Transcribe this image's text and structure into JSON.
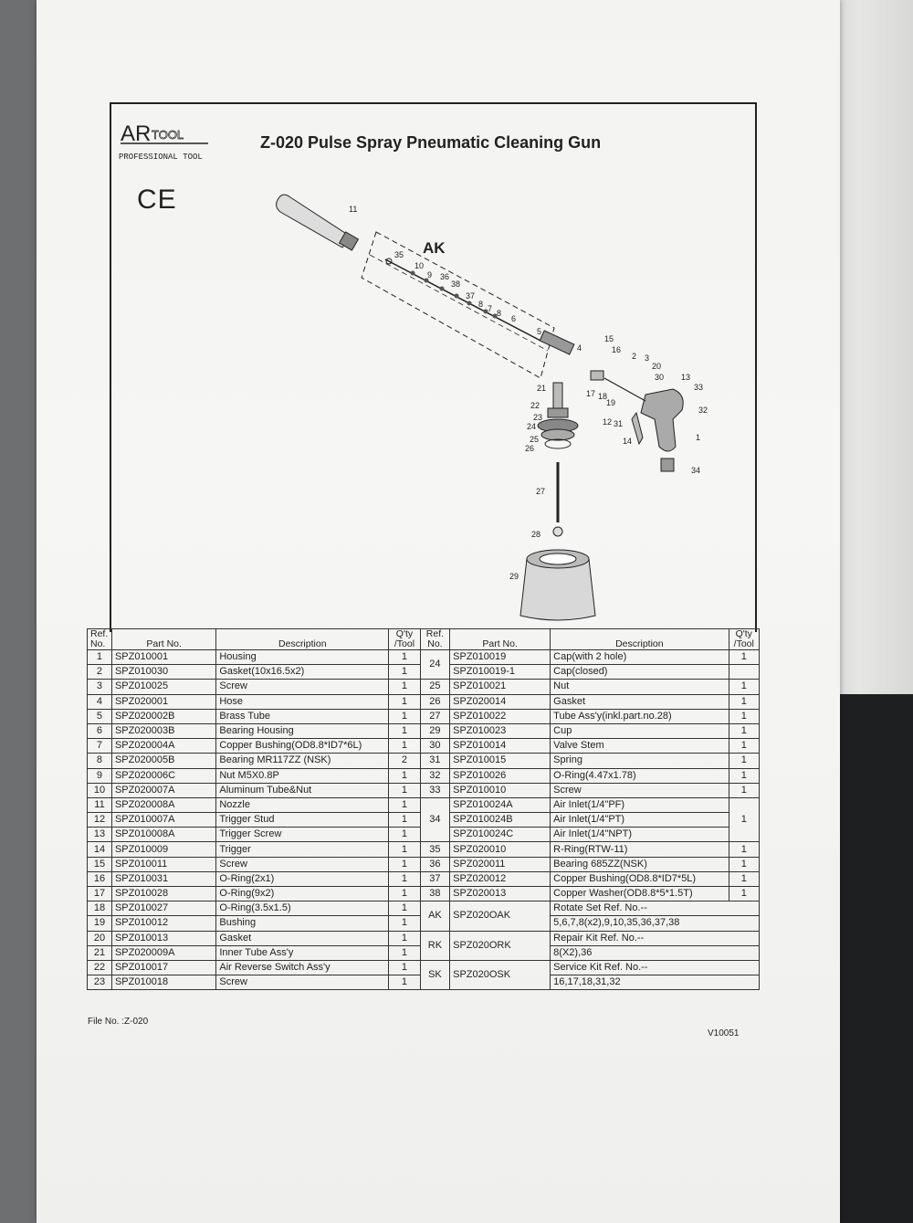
{
  "brand": {
    "logo_a": "AR",
    "logo_b": "TOOL",
    "tagline": "PROFESSIONAL TOOL",
    "ce_mark": "CE"
  },
  "title": "Z-020  Pulse Spray Pneumatic Cleaning Gun",
  "diagram": {
    "kit_label": "AK",
    "callouts": [
      "11",
      "35",
      "10",
      "9",
      "36",
      "38",
      "37",
      "8",
      "7",
      "8",
      "6",
      "5",
      "4",
      "15",
      "16",
      "2",
      "3",
      "20",
      "30",
      "13",
      "33",
      "17",
      "18",
      "19",
      "32",
      "12",
      "31",
      "14",
      "1",
      "34",
      "21",
      "22",
      "23",
      "24",
      "25",
      "26",
      "27",
      "28",
      "29"
    ]
  },
  "table": {
    "headers": {
      "ref_no": "Ref.\nNo.",
      "part_no": "Part No.",
      "description": "Description",
      "qty": "Q'ty\n/Tool",
      "ref_no2": "Ref.\nNo.",
      "part_no2": "Part No.",
      "description2": "Description",
      "qty2": "Q'ty\n/Tool"
    },
    "left": [
      {
        "ref": "1",
        "part": "SPZ010001",
        "desc": "Housing",
        "qty": "1"
      },
      {
        "ref": "2",
        "part": "SPZ010030",
        "desc": "Gasket(10x16.5x2)",
        "qty": "1"
      },
      {
        "ref": "3",
        "part": "SPZ010025",
        "desc": "Screw",
        "qty": "1"
      },
      {
        "ref": "4",
        "part": "SPZ020001",
        "desc": "Hose",
        "qty": "1"
      },
      {
        "ref": "5",
        "part": "SPZ020002B",
        "desc": "Brass Tube",
        "qty": "1"
      },
      {
        "ref": "6",
        "part": "SPZ020003B",
        "desc": "Bearing Housing",
        "qty": "1"
      },
      {
        "ref": "7",
        "part": "SPZ020004A",
        "desc": "Copper Bushing(OD8.8*ID7*6L)",
        "qty": "1"
      },
      {
        "ref": "8",
        "part": "SPZ020005B",
        "desc": "Bearing MR117ZZ (NSK)",
        "qty": "2"
      },
      {
        "ref": "9",
        "part": "SPZ020006C",
        "desc": "Nut  M5X0.8P",
        "qty": "1"
      },
      {
        "ref": "10",
        "part": "SPZ020007A",
        "desc": "Aluminum Tube&Nut",
        "qty": "1"
      },
      {
        "ref": "11",
        "part": "SPZ020008A",
        "desc": "Nozzle",
        "qty": "1"
      },
      {
        "ref": "12",
        "part": "SPZ010007A",
        "desc": "Trigger Stud",
        "qty": "1"
      },
      {
        "ref": "13",
        "part": "SPZ010008A",
        "desc": "Trigger Screw",
        "qty": "1"
      },
      {
        "ref": "14",
        "part": "SPZ010009",
        "desc": "Trigger",
        "qty": "1"
      },
      {
        "ref": "15",
        "part": "SPZ010011",
        "desc": "Screw",
        "qty": "1"
      },
      {
        "ref": "16",
        "part": "SPZ010031",
        "desc": "O-Ring(2x1)",
        "qty": "1"
      },
      {
        "ref": "17",
        "part": "SPZ010028",
        "desc": "O-Ring(9x2)",
        "qty": "1"
      },
      {
        "ref": "18",
        "part": "SPZ010027",
        "desc": "O-Ring(3.5x1.5)",
        "qty": "1"
      },
      {
        "ref": "19",
        "part": "SPZ010012",
        "desc": "Bushing",
        "qty": "1"
      },
      {
        "ref": "20",
        "part": "SPZ010013",
        "desc": "Gasket",
        "qty": "1"
      },
      {
        "ref": "21",
        "part": "SPZ020009A",
        "desc": "Inner Tube Ass'y",
        "qty": "1"
      },
      {
        "ref": "22",
        "part": "SPZ010017",
        "desc": "Air Reverse Switch Ass'y",
        "qty": "1"
      },
      {
        "ref": "23",
        "part": "SPZ010018",
        "desc": "Screw",
        "qty": "1"
      }
    ],
    "right": {
      "r24": {
        "ref": "24",
        "part_a": "SPZ010019",
        "desc_a": "Cap(with 2 hole)",
        "qty": "1",
        "part_b": "SPZ010019-1",
        "desc_b": "Cap(closed)"
      },
      "r25": {
        "ref": "25",
        "part": "SPZ010021",
        "desc": "Nut",
        "qty": "1"
      },
      "r26": {
        "ref": "26",
        "part": "SPZ020014",
        "desc": "Gasket",
        "qty": "1"
      },
      "r27": {
        "ref": "27",
        "part": "SPZ010022",
        "desc": "Tube Ass'y(inkl.part.no.28)",
        "qty": "1"
      },
      "r29": {
        "ref": "29",
        "part": "SPZ010023",
        "desc": "Cup",
        "qty": "1"
      },
      "r30": {
        "ref": "30",
        "part": "SPZ010014",
        "desc": "Valve Stem",
        "qty": "1"
      },
      "r31": {
        "ref": "31",
        "part": "SPZ010015",
        "desc": "Spring",
        "qty": "1"
      },
      "r32": {
        "ref": "32",
        "part": "SPZ010026",
        "desc": "O-Ring(4.47x1.78)",
        "qty": "1"
      },
      "r33": {
        "ref": "33",
        "part": "SPZ010010",
        "desc": "Screw",
        "qty": "1"
      },
      "r34": {
        "ref": "34",
        "part_a": "SPZ010024A",
        "desc_a": "Air Inlet(1/4\"PF)",
        "part_b": "SPZ010024B",
        "desc_b": "Air Inlet(1/4\"PT)",
        "part_c": "SPZ010024C",
        "desc_c": "Air Inlet(1/4\"NPT)",
        "qty": "1"
      },
      "r35": {
        "ref": "35",
        "part": "SPZ020010",
        "desc": "R-Ring(RTW-11)",
        "qty": "1"
      },
      "r36": {
        "ref": "36",
        "part": "SPZ020011",
        "desc": "Bearing 685ZZ(NSK)",
        "qty": "1"
      },
      "r37": {
        "ref": "37",
        "part": "SPZ020012",
        "desc": "Copper Bushing(OD8.8*ID7*5L)",
        "qty": "1"
      },
      "r38": {
        "ref": "38",
        "part": "SPZ020013",
        "desc": "Copper Washer(OD8.8*5*1.5T)",
        "qty": "1"
      },
      "ak": {
        "ref": "AK",
        "part": "SPZ020OAK",
        "desc_a": "Rotate Set Ref. No.--",
        "desc_b": "5,6,7,8(x2),9,10,35,36,37,38"
      },
      "rk": {
        "ref": "RK",
        "part": "SPZ020ORK",
        "desc_a": "Repair Kit Ref. No.--",
        "desc_b": "8(X2),36"
      },
      "sk": {
        "ref": "SK",
        "part": "SPZ020OSK",
        "desc_a": "Service Kit Ref. No.--",
        "desc_b": "16,17,18,31,32"
      }
    }
  },
  "footer": {
    "file_no": "File No. :Z-020",
    "version": "V10051"
  }
}
